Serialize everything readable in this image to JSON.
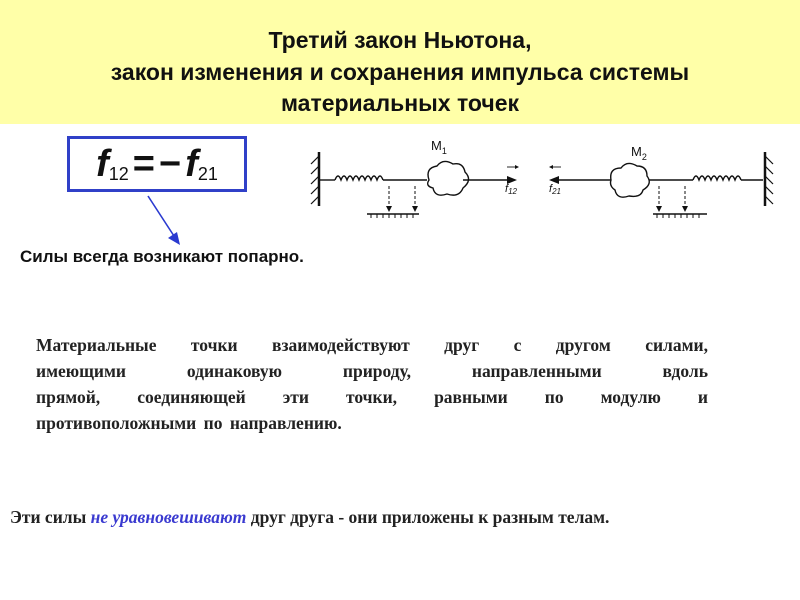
{
  "slide": {
    "title_lines": [
      "Третий закон Ньютона,",
      "закон изменения и сохранения импульса системы",
      "материальных точек"
    ]
  },
  "formula": {
    "left_symbol": "f",
    "left_sub": "12",
    "equals": "=",
    "minus": "−",
    "right_symbol": "f",
    "right_sub": "21"
  },
  "diagram": {
    "mass1_label": "M",
    "mass1_sub": "1",
    "mass2_label": "M",
    "mass2_sub": "2",
    "force1_label": "f",
    "force1_sub": "12",
    "force2_label": "f",
    "force2_sub": "21"
  },
  "statements": {
    "pairs": "Силы всегда возникают попарно.",
    "paragraph_lines": [
      "Материальные точки взаимодействуют друг с другом силами,",
      "имеющими одинаковую природу, направленными вдоль",
      "прямой, соединяющей эти точки, равными по модулю и",
      "противоположными по направлению."
    ],
    "footer_before": "Эти силы ",
    "footer_accent": "не уравновешивают",
    "footer_after": " друг друга - они приложены к разным телам."
  },
  "colors": {
    "title_background": "#ffffa8",
    "formula_border": "#3040c8",
    "accent_text": "#3a3ad0"
  }
}
